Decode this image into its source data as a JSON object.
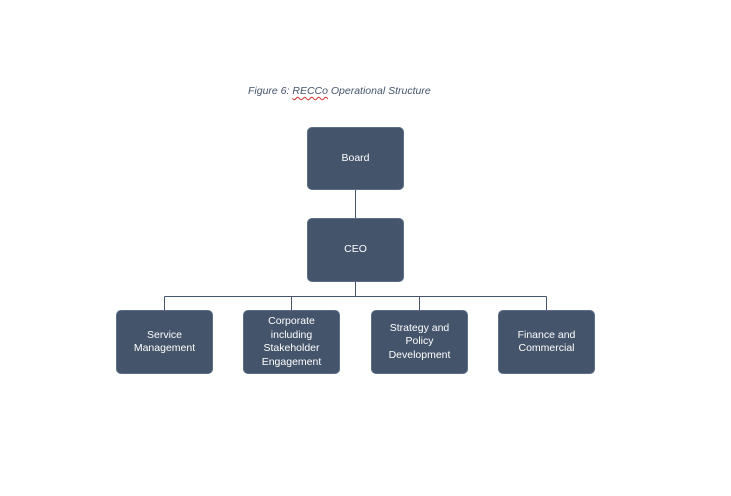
{
  "caption": {
    "prefix": "Figure 6: ",
    "org": "RECCo",
    "suffix": " Operational Structure"
  },
  "nodes": {
    "board": {
      "label": "Board"
    },
    "ceo": {
      "label": "CEO"
    },
    "service_management": {
      "label": "Service Management"
    },
    "corporate": {
      "label": "Corporate including Stakeholder Engagement"
    },
    "strategy": {
      "label": "Strategy and Policy Development"
    },
    "finance": {
      "label": "Finance and Commercial"
    }
  },
  "colors": {
    "node_fill": "#44546a",
    "node_text": "#ffffff",
    "connector": "#44546a",
    "caption_text": "#44546a"
  }
}
